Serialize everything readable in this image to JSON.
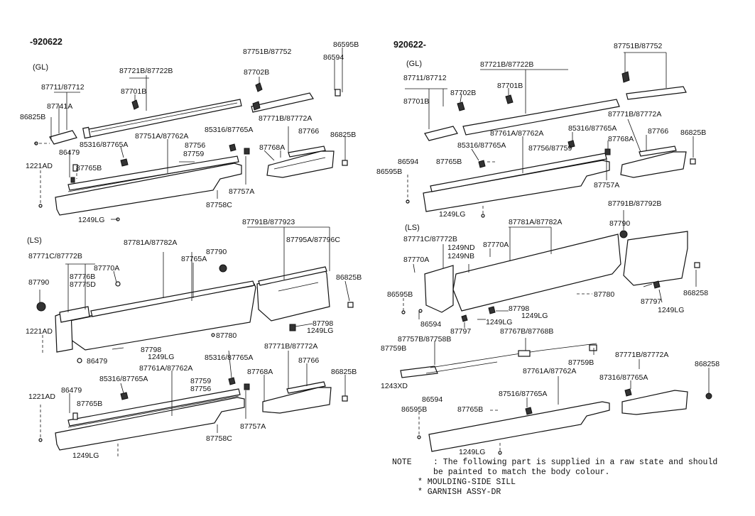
{
  "panels": {
    "left": {
      "date": "-920622",
      "sec_gl": "(GL)",
      "sec_ls": "(LS)"
    },
    "right": {
      "date": "920622-",
      "sec_gl": "(GL)",
      "sec_ls": "(LS)"
    }
  },
  "callouts": {
    "l_86595B": "86595B",
    "l_86594": "86594",
    "l_87751B_87752": "87751B/87752",
    "l_87702B": "87702B",
    "l_87721B_87722B": "87721B/87722B",
    "l_87701B": "87701B",
    "l_87711_87712": "87711/87712",
    "l_87741A": "87741A",
    "l_86825B_a": "86825B",
    "l_87771B_87772A": "87771B/87772A",
    "l_85316_87765A": "85316/87765A",
    "l_87766": "87766",
    "l_86825B_b": "86825B",
    "l_87751A_87762A": "87751A/87762A",
    "l_85316_87765A_b": "85316/87765A",
    "l_87756": "87756",
    "l_87759": "87759",
    "l_87768A": "87768A",
    "l_86479": "86479",
    "l_1221AD": "1221AD",
    "l_87765B": "87765B",
    "l_87757A": "87757A",
    "l_87758C": "87758C",
    "l_1249LG": "1249LG",
    "l_87791B_877923": "87791B/877923",
    "l_87781A_87782A": "87781A/87782A",
    "l_87790": "87790",
    "l_87795A_87796C": "87795A/87796C",
    "l_87771C_87772B": "87771C/87772B",
    "l_87770A": "87770A",
    "l_87765A": "87765A",
    "l_87776B": "87776B",
    "l_87775D": "87775D",
    "l_87790_b": "87790",
    "l_86825B_c": "86825B",
    "l_87798": "87798",
    "l_1249LG_b": "1249LG",
    "l_1221AD_b": "1221AD",
    "l_87780": "87780",
    "l_87798_b": "87798",
    "l_1249LG_c": "1249LG",
    "l_86479_b": "86479",
    "l_87761A_87762A": "87761A/87762A",
    "l_85316_87765A_c": "85316/87765A",
    "l_87771B_87772A_b": "87771B/87772A",
    "l_87759_b": "87759",
    "l_87756_b": "87756",
    "l_87768A_b": "87768A",
    "l_87766_b": "87766",
    "l_86825B_d": "86825B",
    "l_1221AD_c": "1221AD",
    "l_86479_c": "86479",
    "l_87765B_b": "87765B",
    "l_87757A_b": "87757A",
    "l_87758C_b": "87758C",
    "l_1249LG_d": "1249LG",
    "l_85316_87765A_d": "85316/87765A",
    "r_87751B_87752": "87751B/87752",
    "r_87721B_87722B": "87721B/87722B",
    "r_87711_87712": "87711/87712",
    "r_87702B": "87702B",
    "r_87701B": "87701B",
    "r_87701B_b": "87701B",
    "r_87771B_87772A": "87771B/87772A",
    "r_85316_87765A": "85316/87765A",
    "r_87766": "87766",
    "r_86825B": "86825B",
    "r_87761A_87762A": "87761A/87762A",
    "r_87768A": "87768A",
    "r_85316_87765A_b": "85316/87765A",
    "r_87756_87759": "87756/87759",
    "r_86594": "86594",
    "r_87765B": "87765B",
    "r_86595B": "86595B",
    "r_87757A": "87757A",
    "r_1249LG": "1249LG",
    "r_87791B_87792B": "87791B/87792B",
    "r_87781A_87782A": "87781A/87782A",
    "r_87790": "87790",
    "r_87771C_87772B": "87771C/87772B",
    "r_1249ND": "1249ND",
    "r_1249NB": "1249NB",
    "r_87770A": "87770A",
    "r_87770A_b": "87770A",
    "r_86595B_b": "86595B",
    "r_87780": "87780",
    "r_86825B_b": "868258",
    "r_87797": "87797",
    "r_1249LG_b": "1249LG",
    "r_87798": "87798",
    "r_1249LG_c": "1249LG",
    "r_86594_b": "86594",
    "r_87797_b": "87797",
    "r_1249LG_d": "1249LG",
    "r_87767B_87768B": "87767B/87768B",
    "r_87757B_87758B": "87757B/87758B",
    "r_87759B": "87759B",
    "r_87759B_b": "87759B",
    "r_1243XD": "1243XD",
    "r_87761A_87762A_b": "87761A/87762A",
    "r_87771B_87772A_b": "87771B/87772A",
    "r_87316_87765A": "87316/87765A",
    "r_87516_87765A": "87516/87765A",
    "r_86825B_c": "868258",
    "r_86594_c": "86594",
    "r_86595B_c": "86595B",
    "r_87765B_b": "87765B",
    "r_1249LG_e": "1249LG"
  },
  "note": {
    "key": "NOTE",
    "text": ": The following part is supplied in a raw state and should be painted to match the body colour.",
    "items": [
      "* MOULDING-SIDE SILL",
      "* GARNISH ASSY-DR"
    ]
  }
}
